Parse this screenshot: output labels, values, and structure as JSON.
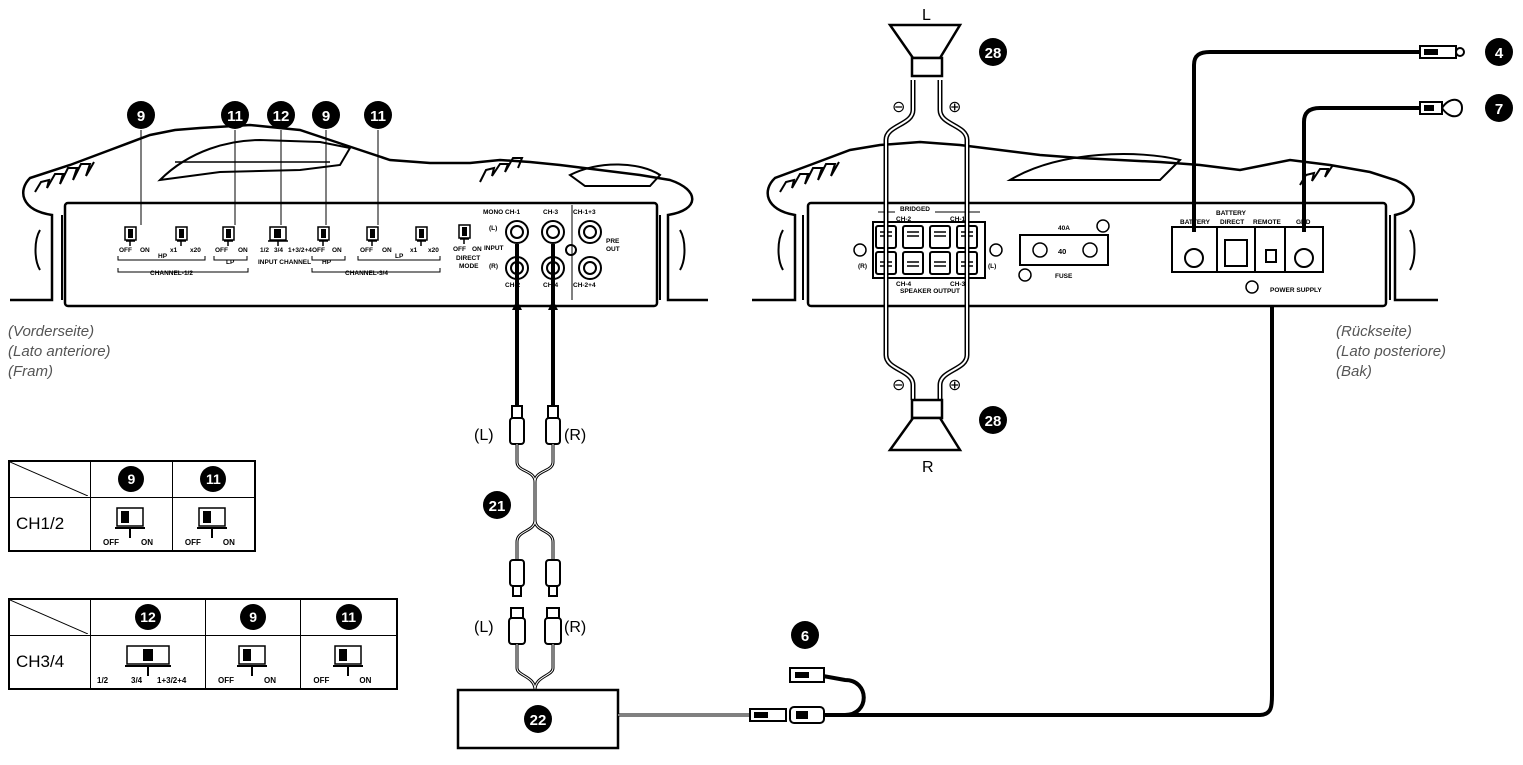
{
  "front_caption": [
    "(Vorderseite)",
    "(Lato anteriore)",
    "(Fram)"
  ],
  "rear_caption": [
    "(Rückseite)",
    "(Lato posteriore)",
    "(Bak)"
  ],
  "callouts": {
    "hp": "9",
    "lp": "11",
    "input_channel": "12",
    "speaker": "28",
    "rca_cable": "21",
    "source_unit": "22",
    "battery_wire": "4",
    "ground_wire": "7",
    "remote_wire": "6"
  },
  "front_panel": {
    "sw_hp1": [
      "OFF",
      "ON"
    ],
    "sw_gain1": [
      "x1",
      "x20"
    ],
    "sw_lp1": [
      "OFF",
      "ON"
    ],
    "sw_input": [
      "1/2",
      "3/4",
      "1+3/2+4"
    ],
    "sw_hp2": [
      "OFF",
      "ON"
    ],
    "sw_lp2": [
      "OFF",
      "ON"
    ],
    "sw_gain2": [
      "x1",
      "x20"
    ],
    "sw_direct": [
      "OFF",
      "ON"
    ],
    "hp_label": "HP",
    "lp_label": "LP",
    "hp2_label": "HP",
    "lp2_label": "LP",
    "channel12": "CHANNEL-1/2",
    "input_channel": "INPUT CHANNEL",
    "channel34": "CHANNEL-3/4",
    "direct_mode": [
      "DIRECT",
      "MODE"
    ],
    "mono": "MONO",
    "ch1": "CH-1",
    "ch3": "CH-3",
    "ch2": "CH-2",
    "ch4": "CH-4",
    "l": "(L)",
    "r": "(R)",
    "input": "INPUT",
    "ch13": "CH-1+3",
    "ch24": "CH-2+4",
    "pre_out": [
      "PRE",
      "OUT"
    ]
  },
  "rear_panel": {
    "bridged": "BRIDGED",
    "ch2": "CH-2",
    "ch1": "CH-1",
    "ch4": "CH-4",
    "ch3": "CH-3",
    "r": "(R)",
    "l": "(L)",
    "speaker_output": "SPEAKER OUTPUT",
    "fuse_rating": "40A",
    "fuse_value": "40",
    "fuse": "FUSE",
    "battery": "BATTERY",
    "battery_direct": [
      "BATTERY",
      "DIRECT"
    ],
    "remote": "REMOTE",
    "gnd": "GND",
    "power_supply": "POWER SUPPLY"
  },
  "speaker_top": {
    "label": "L",
    "minus": "⊖",
    "plus": "⊕"
  },
  "speaker_bottom": {
    "label": "R",
    "minus": "⊖",
    "plus": "⊕"
  },
  "rca": {
    "l_top": "(L)",
    "r_top": "(R)",
    "l_bottom": "(L)",
    "r_bottom": "(R)"
  },
  "table_ch12": {
    "row": "CH1/2",
    "cols": [
      "9",
      "11"
    ],
    "sw1": [
      "OFF",
      "ON"
    ],
    "sw2": [
      "OFF",
      "ON"
    ]
  },
  "table_ch34": {
    "row": "CH3/4",
    "cols": [
      "12",
      "9",
      "11"
    ],
    "sw1": [
      "1/2",
      "3/4",
      "1+3/2+4"
    ],
    "sw2": [
      "OFF",
      "ON"
    ],
    "sw3": [
      "OFF",
      "ON"
    ]
  }
}
